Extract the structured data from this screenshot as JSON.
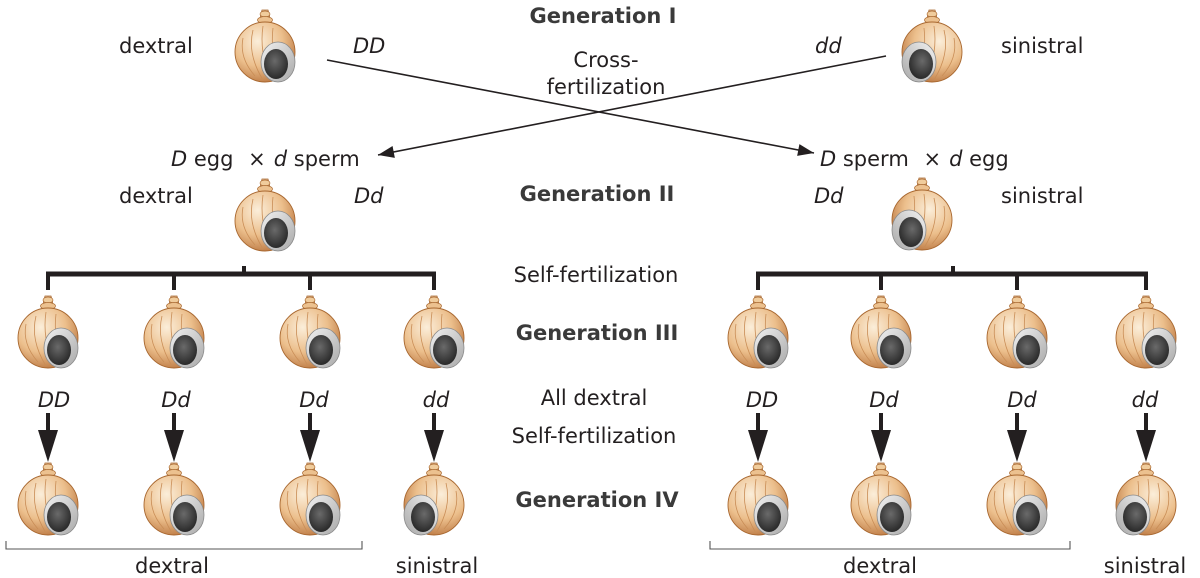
{
  "colors": {
    "shell_light": "#f8e2c0",
    "shell_mid": "#e6b27c",
    "shell_dark": "#b8733d",
    "aperture": "#3a3a3a",
    "lip": "#cfcfcf",
    "line": "#231f20"
  },
  "generation_labels": {
    "g1": "Generation I",
    "g2": "Generation II",
    "g3": "Generation III",
    "g4": "Generation IV"
  },
  "process_labels": {
    "cross": "Cross-\nfertilization",
    "self1": "Self-fertilization",
    "all_dextral": "All dextral",
    "self2": "Self-fertilization"
  },
  "gen1": {
    "left_phenotype": "dextral",
    "left_genotype": "DD",
    "right_genotype": "dd",
    "right_phenotype": "sinistral"
  },
  "gen2": {
    "left": {
      "gamete_a_allele": "D",
      "gamete_a_word": "egg",
      "cross_symbol": "×",
      "gamete_b_allele": "d",
      "gamete_b_word": "sperm",
      "phenotype": "dextral",
      "genotype": "Dd"
    },
    "right": {
      "gamete_a_allele": "D",
      "gamete_a_word": "sperm",
      "cross_symbol": "×",
      "gamete_b_allele": "d",
      "gamete_b_word": "egg",
      "genotype": "Dd",
      "phenotype": "sinistral"
    }
  },
  "gen3_genotypes": {
    "left": [
      "DD",
      "Dd",
      "Dd",
      "dd"
    ],
    "right": [
      "DD",
      "Dd",
      "Dd",
      "dd"
    ]
  },
  "gen4_phenotypes": {
    "left": [
      "dextral",
      "dextral",
      "dextral",
      "sinistral"
    ],
    "right": [
      "dextral",
      "dextral",
      "dextral",
      "sinistral"
    ]
  },
  "bottom_labels": {
    "left_group": "dextral",
    "left_single": "sinistral",
    "right_group": "dextral",
    "right_single": "sinistral"
  }
}
